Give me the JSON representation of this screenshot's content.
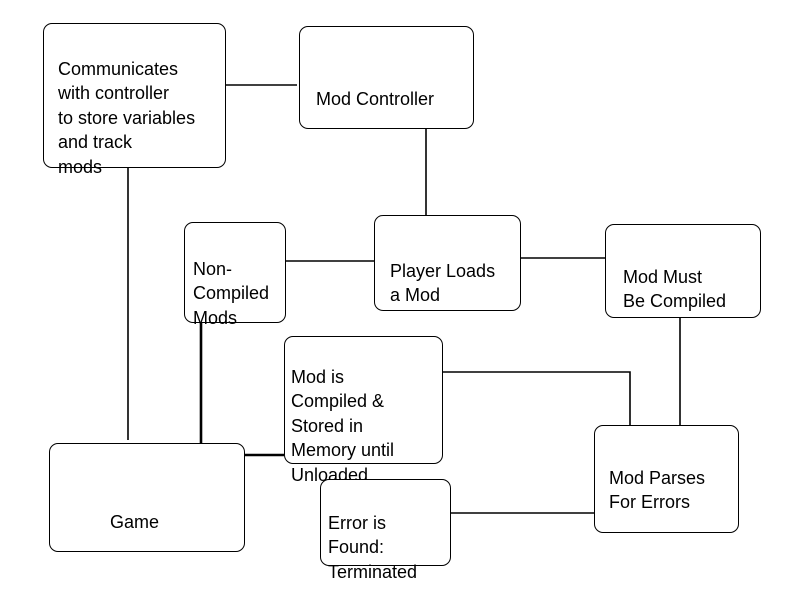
{
  "nodes": {
    "store_variables": "Communicates\nwith controller\nto store variables\nand track\nmods",
    "mod_controller": "Mod Controller",
    "player_loads": "Player Loads\na Mod",
    "non_compiled": "Non-\nCompiled\nMods",
    "must_compile": "Mod Must\nBe Compiled",
    "compiled_stored": "Mod is\nCompiled &\nStored in\nMemory until\nUnloaded",
    "parses_errors": "Mod Parses\nFor Errors",
    "error_found": "Error is\nFound:\nTerminated",
    "game": "Game"
  }
}
